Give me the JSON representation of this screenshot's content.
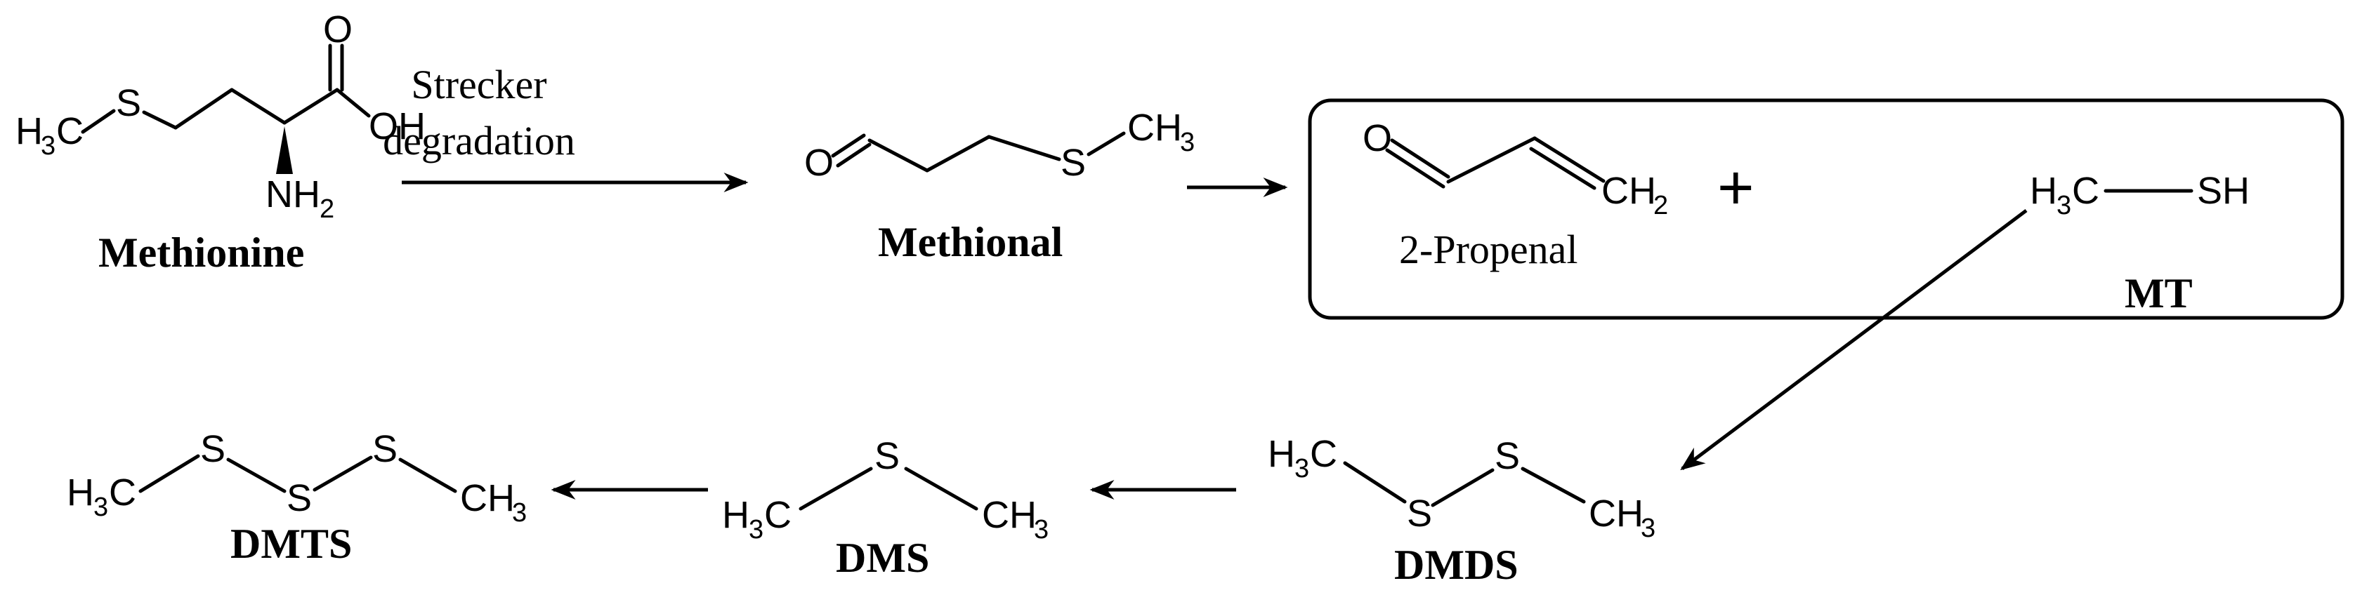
{
  "atoms": {
    "H": "H",
    "C": "C",
    "S": "S",
    "O": "O",
    "N": "N",
    "SH": "SH",
    "OH": "OH",
    "CH": "CH",
    "sub2": "2",
    "sub3": "3"
  },
  "labels": {
    "methionine": "Methionine",
    "methional": "Methional",
    "propenal": "2-Propenal",
    "mt": "MT",
    "dmds": "DMDS",
    "dms": "DMS",
    "dmts": "DMTS"
  },
  "arrow_label": {
    "line1": "Strecker",
    "line2": "degradation"
  },
  "plus_sign": "+"
}
